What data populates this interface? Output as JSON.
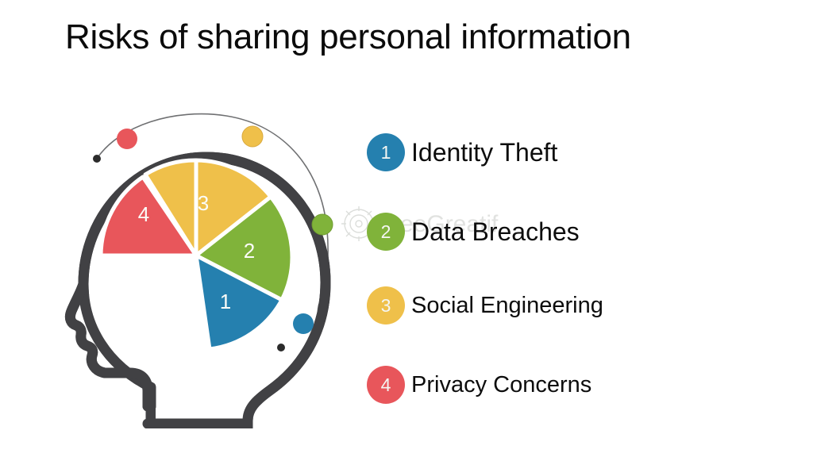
{
  "slide": {
    "title": "Risks of sharing personal information",
    "background": "#ffffff",
    "title_color": "#0b0b0b"
  },
  "palette": {
    "blue": "#2580AF",
    "green": "#80B33A",
    "yellow": "#EFC04A",
    "red": "#E8565B",
    "head_outline": "#414144",
    "orbit_line": "#6f7072",
    "orbit_endpoint": "#2b2b2b",
    "number_text": "#fbfcf8",
    "watermark": "#d8dad6"
  },
  "graphic": {
    "head_label": "head-silhouette",
    "pie_label": "brain-pie-chart",
    "segments": [
      {
        "id": 1,
        "number": "1",
        "color": "#2580AF",
        "label": "Identity Theft"
      },
      {
        "id": 2,
        "number": "2",
        "color": "#80B33A",
        "label": "Data Breaches"
      },
      {
        "id": 3,
        "number": "3",
        "color": "#EFC04A",
        "label": "Social Engineering"
      },
      {
        "id": 4,
        "number": "4",
        "color": "#E8565B",
        "label": "Privacy Concerns"
      }
    ],
    "orbit_dots": [
      {
        "name": "orbit-dot-red",
        "color": "#E8565B"
      },
      {
        "name": "orbit-dot-yellow",
        "color": "#EFC04A"
      },
      {
        "name": "orbit-dot-green",
        "color": "#80B33A"
      },
      {
        "name": "orbit-dot-blue",
        "color": "#2580AF"
      }
    ]
  },
  "legend": {
    "items": [
      {
        "number": "1",
        "label": "Identity Theft",
        "color": "#2580AF"
      },
      {
        "number": "2",
        "label": "Data Breaches",
        "color": "#80B33A"
      },
      {
        "number": "3",
        "label": "Social Engineering",
        "color": "#EFC04A"
      },
      {
        "number": "4",
        "label": "Privacy Concerns",
        "color": "#E8565B"
      }
    ]
  }
}
